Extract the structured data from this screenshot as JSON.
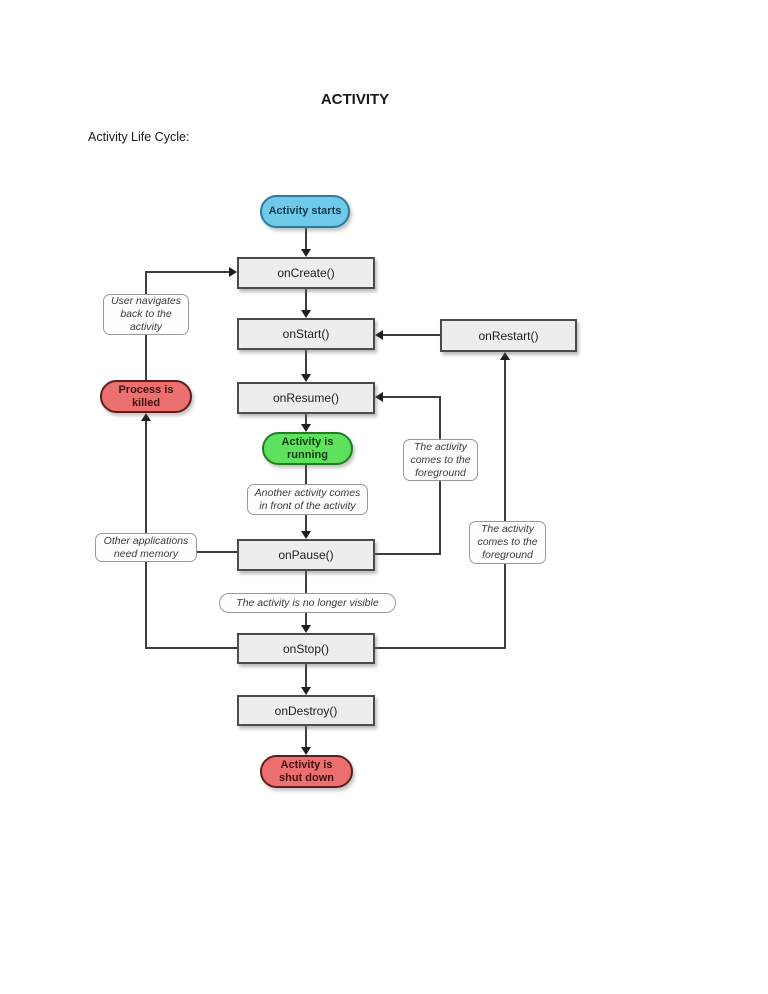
{
  "page": {
    "title": "ACTIVITY",
    "subtitle": "Activity Life Cycle:"
  },
  "diagram": {
    "pills": {
      "activity_starts": "Activity starts",
      "activity_running": "Activity is running",
      "process_killed": "Process is killed",
      "activity_shutdown": "Activity is shut down"
    },
    "boxes": {
      "oncreate": "onCreate()",
      "onstart": "onStart()",
      "onresume": "onResume()",
      "onpause": "onPause()",
      "onstop": "onStop()",
      "ondestroy": "onDestroy()",
      "onrestart": "onRestart()"
    },
    "notes": {
      "user_navigates": "User navigates back to the activity",
      "other_apps": "Other applications need memory",
      "another_activity": "Another activity comes in front of the activity",
      "foreground_inner": "The activity comes to the foreground",
      "foreground_outer": "The activity comes to the foreground",
      "not_visible": "The activity is no longer visible"
    },
    "colors": {
      "start_fill": "#6fc9e8",
      "start_border": "#2b7aa1",
      "running_fill": "#5ee25e",
      "running_border": "#267a26",
      "killed_fill": "#ed7070",
      "killed_border": "#5d1d1d",
      "box_fill": "#ededed",
      "box_border": "#4b4b4b",
      "note_border": "#9a9a9a",
      "connector": "#3d3d3d"
    }
  }
}
